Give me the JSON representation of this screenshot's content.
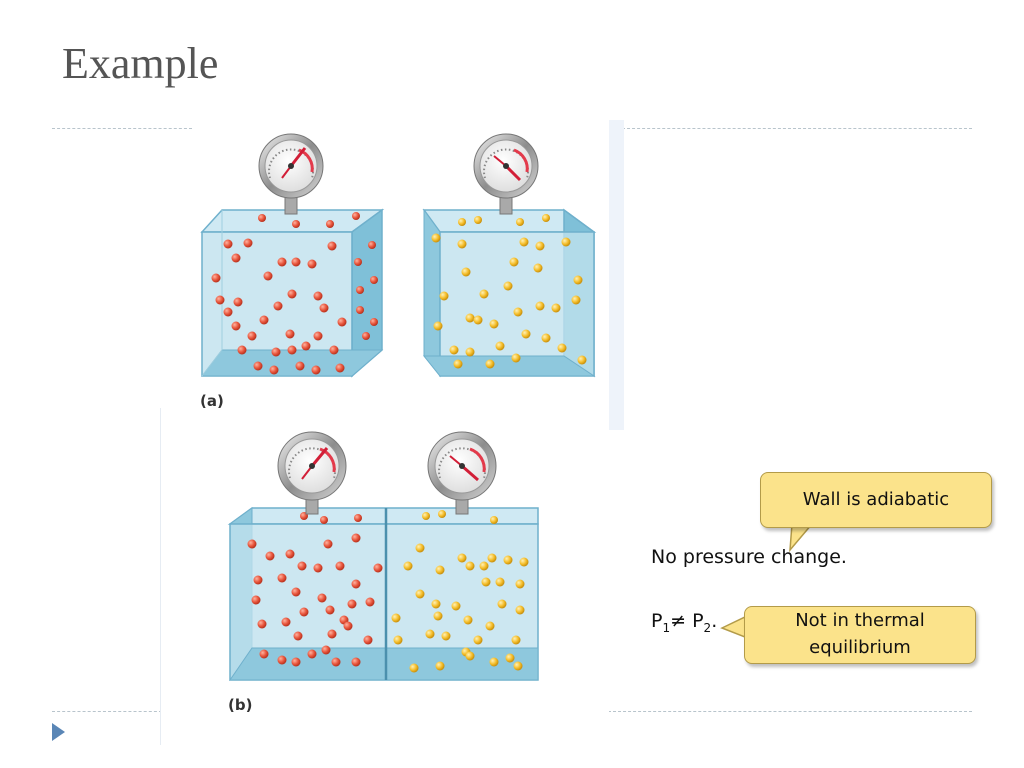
{
  "slide": {
    "title": "Example",
    "label_a": "(a)",
    "label_b": "(b)",
    "text_no_pressure": "No pressure change.",
    "p1_base": "P",
    "p1_sub": "1",
    "neq": "≠ ",
    "p2_base": "P",
    "p2_sub": "2",
    "period": ".",
    "callout_adiabatic": "Wall is adiabatic",
    "callout_thermal_line1": "Not in thermal",
    "callout_thermal_line2": "equilibrium"
  },
  "colors": {
    "hot_particle": "#e8553c",
    "cold_particle": "#f5be2a",
    "container": "#a9d6e8",
    "callout_fill": "#fbe38b"
  }
}
